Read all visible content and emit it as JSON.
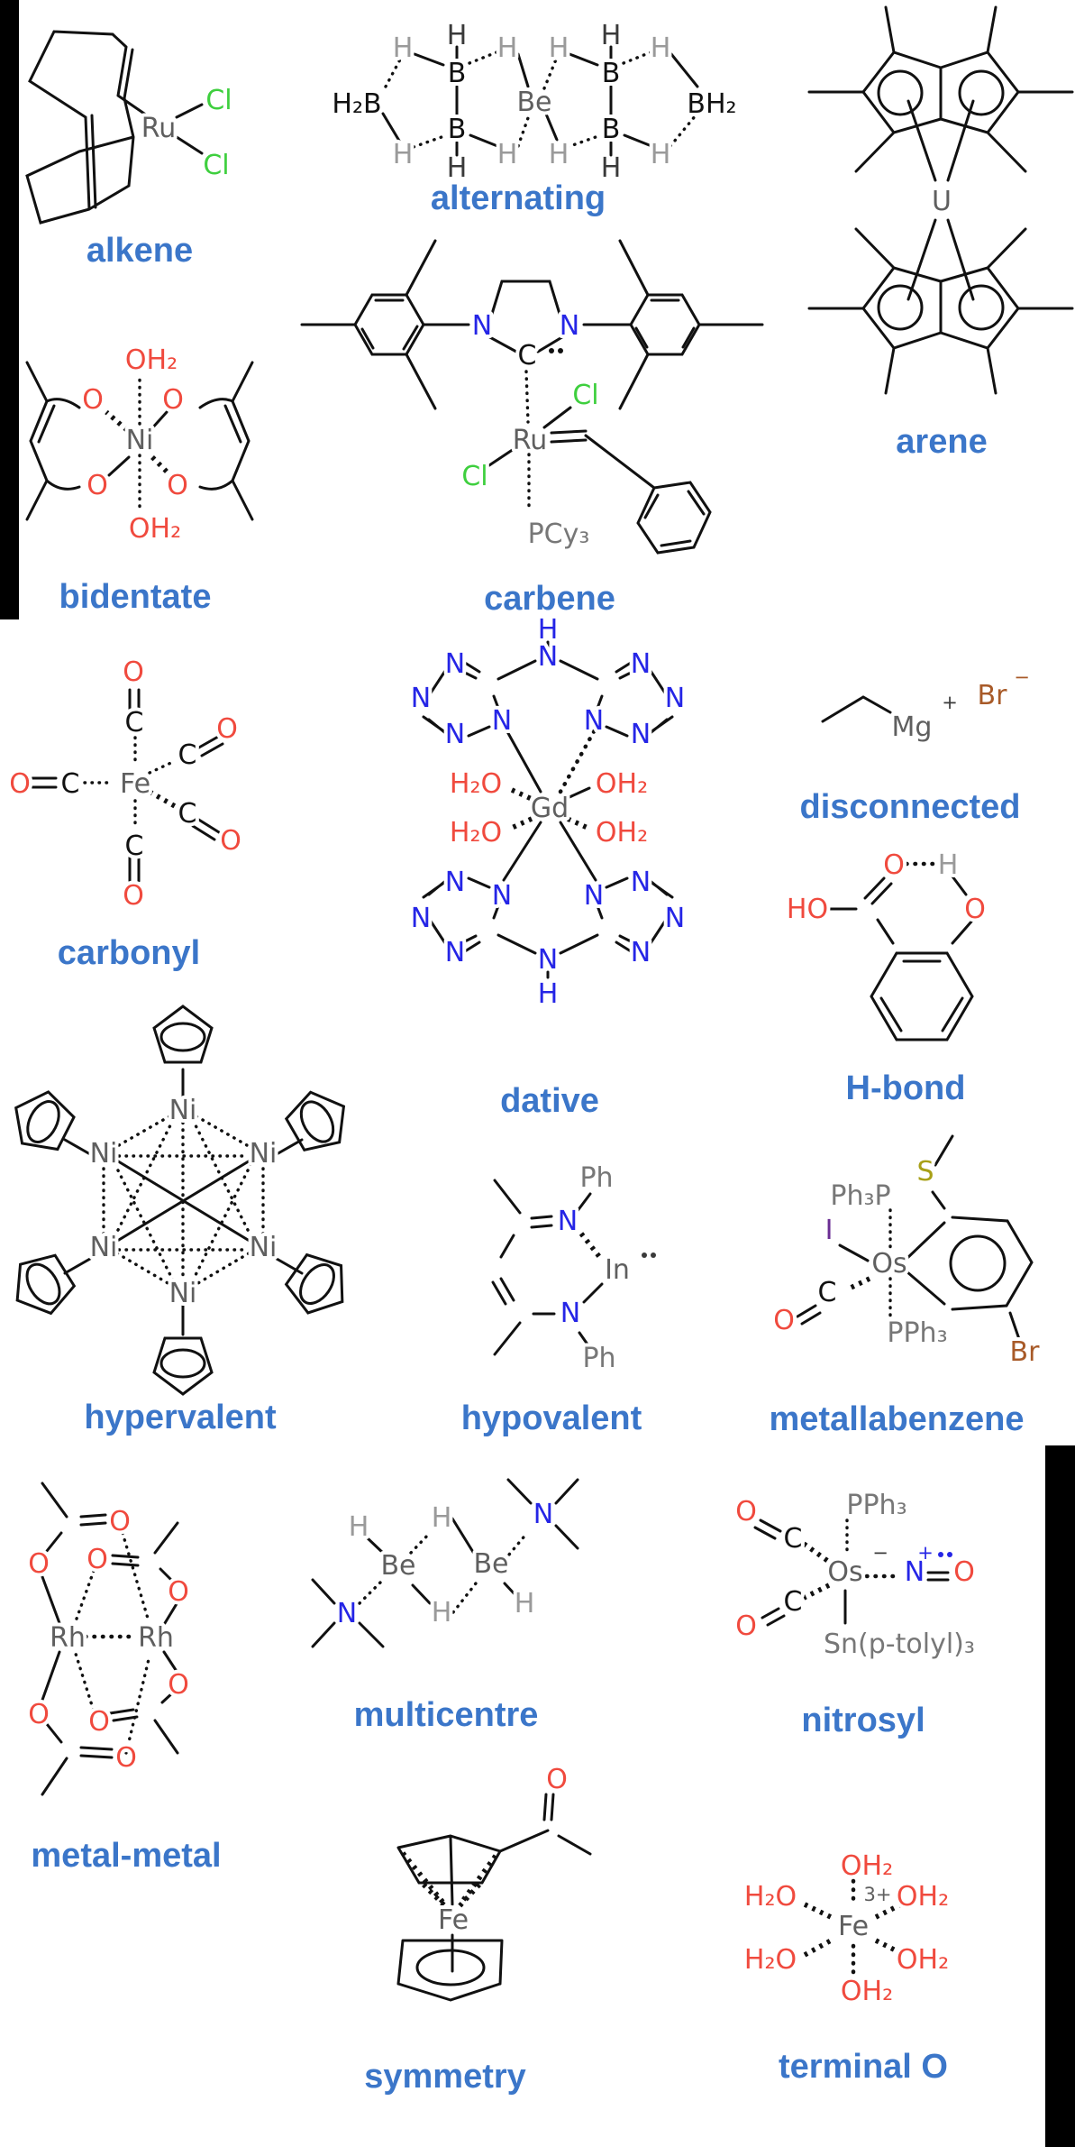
{
  "colors": {
    "label": "#3b76c9",
    "oxygen": "#f04a3e",
    "nitrogen": "#2525e6",
    "chlorine": "#3ecf3e",
    "sulfur": "#a8a017",
    "bromine": "#a85a28",
    "iodine": "#6a2d93",
    "metal": "#5f5f5f",
    "gray": "#777777",
    "h_gray": "#9a9a9a",
    "h_dark": "#3a3a3a",
    "bond": "#111111"
  },
  "tiles": {
    "alkene": {
      "label": "alkene",
      "ru": "Ru",
      "cl": "Cl"
    },
    "alternating": {
      "label": "alternating",
      "h2b": "H₂B",
      "b": "B",
      "be": "Be",
      "bh2": "BH₂",
      "h": "H"
    },
    "arene": {
      "label": "arene",
      "u": "U"
    },
    "bidentate": {
      "label": "bidentate",
      "ni": "Ni",
      "o": "O",
      "oh2": "OH₂"
    },
    "carbene": {
      "label": "carbene",
      "n": "N",
      "c": "C",
      "ru": "Ru",
      "cl": "Cl",
      "pcy3": "PCy₃"
    },
    "carbonyl": {
      "label": "carbonyl",
      "fe": "Fe",
      "c": "C",
      "o": "O"
    },
    "dative": {
      "label": "dative",
      "gd": "Gd",
      "n": "N",
      "h": "H",
      "h2o": "H₂O",
      "oh2": "OH₂"
    },
    "disconnected": {
      "label": "disconnected",
      "mg": "Mg",
      "plus": "+",
      "br": "Br",
      "minus": "−"
    },
    "hbond": {
      "label": "H-bond",
      "ho": "HO",
      "o": "O",
      "h": "H"
    },
    "hypervalent": {
      "label": "hypervalent",
      "ni": "Ni"
    },
    "hypovalent": {
      "label": "hypovalent",
      "ph": "Ph",
      "n": "N",
      "in": "In"
    },
    "metallabenzene": {
      "label": "metallabenzene",
      "ph3p": "Ph₃P",
      "s": "S",
      "i": "I",
      "os": "Os",
      "c": "C",
      "o": "O",
      "pph3": "PPh₃",
      "br": "Br"
    },
    "metalmetal": {
      "label": "metal-metal",
      "rh": "Rh",
      "o": "O"
    },
    "multicentre": {
      "label": "multicentre",
      "n": "N",
      "be": "Be",
      "h": "H"
    },
    "nitrosyl": {
      "label": "nitrosyl",
      "o": "O",
      "c": "C",
      "pph3": "PPh₃",
      "os": "Os",
      "minus": "−",
      "n": "N",
      "plus": "+",
      "sn": "Sn(p-tolyl)₃"
    },
    "symmetry": {
      "label": "symmetry",
      "fe": "Fe",
      "o": "O"
    },
    "terminal_o": {
      "label": "terminal O",
      "fe": "Fe",
      "charge": "3+",
      "oh2": "OH₂",
      "h2o": "H₂O"
    }
  }
}
